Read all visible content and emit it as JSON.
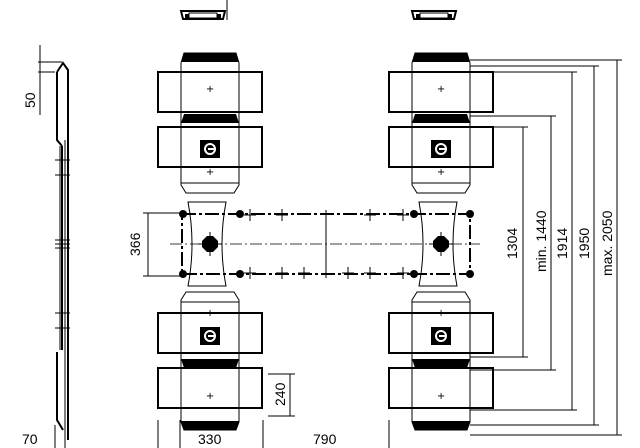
{
  "dimensions": {
    "side_offset": "50",
    "beam_width": "366",
    "pad_length": "240",
    "side_thickness": "70",
    "pad_width": "330",
    "track_gap": "790",
    "inner_distance": "1304",
    "min_distance": "min. 1440",
    "span_1914": "1914",
    "span_1950": "1950",
    "max_distance": "max. 2050"
  },
  "colors": {
    "line": "#000000",
    "background": "#ffffff"
  },
  "icons": [
    "rotate-symbol-icon",
    "center-mark-icon"
  ]
}
